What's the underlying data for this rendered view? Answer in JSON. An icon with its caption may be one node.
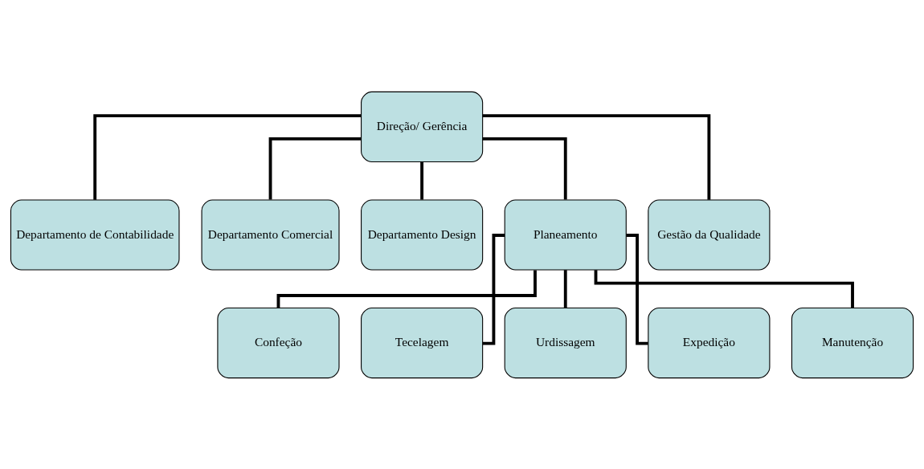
{
  "diagram": {
    "nodes": [
      {
        "text": [
          "Direção/ Gerência"
        ]
      },
      {
        "text": [
          "Departamento de Contabilidade"
        ]
      },
      {
        "text": [
          "Departamento Comercial"
        ]
      },
      {
        "text": [
          "Departamento Design"
        ]
      },
      {
        "text": [
          "Planeamento"
        ]
      },
      {
        "text": [
          "Gestão da Qualidade"
        ]
      },
      {
        "text": [
          "Confeção"
        ]
      },
      {
        "text": [
          "Tecelagem"
        ]
      },
      {
        "text": [
          "Urdissagem"
        ]
      },
      {
        "text": [
          "Expedição"
        ]
      },
      {
        "text": [
          "Manutenção"
        ]
      }
    ],
    "edges": [
      {
        "from": 0,
        "to": 1,
        "arrow": "none"
      },
      {
        "from": 0,
        "to": 2,
        "arrow": "none"
      },
      {
        "from": 0,
        "to": 3,
        "arrow": "none"
      },
      {
        "from": 0,
        "to": 4,
        "arrow": "none"
      },
      {
        "from": 0,
        "to": 5,
        "arrow": "none"
      },
      {
        "from": 4,
        "to": 6,
        "arrow": "none"
      },
      {
        "from": 4,
        "to": 7,
        "arrow": "none"
      },
      {
        "from": 4,
        "to": 8,
        "arrow": "none"
      },
      {
        "from": 4,
        "to": 9,
        "arrow": "none"
      },
      {
        "from": 4,
        "to": 10,
        "arrow": "none"
      }
    ]
  }
}
